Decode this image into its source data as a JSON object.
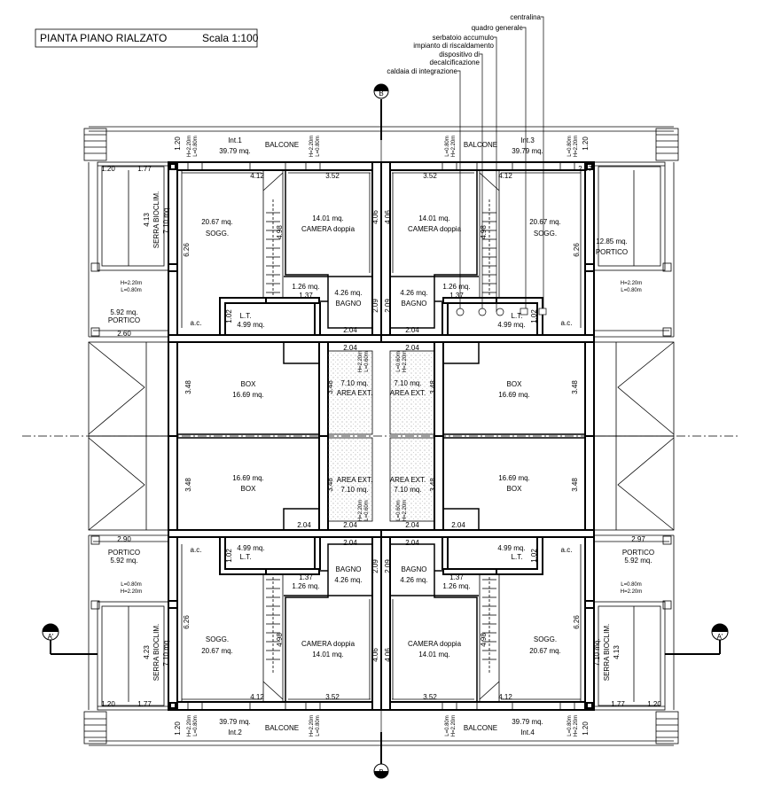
{
  "header": {
    "title": "PIANTA PIANO RIALZATO",
    "scale": "Scala 1:100"
  },
  "legend": [
    "centralina",
    "quadro generale",
    "serbatoio accumulo",
    "impianto di riscaldamento",
    "dispositivo di",
    "decalcificazione",
    "caldaia di integrazione"
  ],
  "section_markers": {
    "top": "B",
    "bottom": "B",
    "left": "A'",
    "right": "A'"
  },
  "units": [
    {
      "id": "int-1",
      "labels": {
        "int_label": "Int.1",
        "int_area": "39.79 mq.",
        "balcone": "BALCONE",
        "dim_top": "1.20",
        "win_h1": "H=2.20m",
        "win_l1": "L=0.80m",
        "win_h2": "H=2.20m",
        "win_l2": "L=0.80m",
        "serra_w1": "1.20",
        "serra_w2": "1.77",
        "serra_h": "4.13",
        "serra_name": "SERRA BIOCLIM.",
        "serra_area": "7.10 mq.",
        "sogg_area": "20.67 mq.",
        "sogg_name": "SOGG.",
        "sogg_h": "6.26",
        "sogg_w": "4.12",
        "stair": "4.98",
        "cam_area": "14.01 mq.",
        "cam_name": "CAMERA doppia",
        "cam_h": "4.06",
        "cam_w": "3.52",
        "rip_area": "1.26 mq.",
        "rip_w": "1.37",
        "bagno_area": "4.26 mq.",
        "bagno_name": "BAGNO",
        "bagno_h": "2.09",
        "bagno_w": "2.04",
        "lt_name": "L.T.",
        "lt_area": "4.99 mq.",
        "lt_h": "1.02",
        "ac": "a.c.",
        "pwin_h": "H=2.20m",
        "pwin_l": "L=0.80m",
        "portico_area": "5.92 mq.",
        "portico_name": "PORTICO",
        "portico_w": "2.60",
        "box_name": "BOX",
        "box_area": "16.69 mq.",
        "box_h": "3.48",
        "ext_area": "7.10 mq.",
        "ext_name": "AREA EXT.",
        "ext_h": "3.48",
        "ext_w": "2.04",
        "ext_w2": "2.04",
        "ext_win_h": "H=2.20m",
        "ext_win_l": "L=0.60m"
      }
    },
    {
      "id": "int-3",
      "labels": {
        "int_label": "Int.3",
        "int_area": "39.79 mq.",
        "balcone": "BALCONE",
        "dim_top": "1.20",
        "win_h1": "H=2.20m",
        "win_l1": "L=0.80m",
        "win_h2": "H=2.20m",
        "win_l2": "L=0.80m",
        "dim_297": "2.97",
        "sogg_area": "20.67 mq.",
        "sogg_name": "SOGG.",
        "sogg_h": "6.26",
        "sogg_w": "4.12",
        "stair": "4.98",
        "cam_area": "14.01 mq.",
        "cam_name": "CAMERA doppia",
        "cam_h": "4.06",
        "cam_w": "3.52",
        "rip_area": "1.26 mq.",
        "rip_w": "1.37",
        "bagno_area": "4.26 mq.",
        "bagno_name": "BAGNO",
        "bagno_h": "2.09",
        "bagno_w": "2.04",
        "lt_name": "L.T.",
        "lt_area": "4.99 mq.",
        "lt_h": "1.02",
        "ac": "a.c.",
        "pwin_h": "H=2.20m",
        "pwin_l": "L=0.80m",
        "portico_big_area": "12.85 mq.",
        "portico_big_name": "PORTICO",
        "box_name": "BOX",
        "box_area": "16.69 mq.",
        "box_h": "3.48",
        "ext_area": "7.10 mq.",
        "ext_name": "AREA EXT.",
        "ext_h": "3.48",
        "ext_w": "2.04",
        "ext_w2": "2.04",
        "ext_win_h": "H=2.20m",
        "ext_win_l": "L=0.60m"
      }
    },
    {
      "id": "int-2",
      "labels": {
        "int_label": "Int.2",
        "int_area": "39.79 mq.",
        "balcone": "BALCONE",
        "dim_top": "1.20",
        "win_h1": "H=2.20m",
        "win_l1": "L=0.80m",
        "win_h2": "H=2.20m",
        "win_l2": "L=0.80m",
        "serra_w1": "1.20",
        "serra_w2": "1.77",
        "serra_h": "4.23",
        "serra_name": "SERRA BIOCLIM.",
        "serra_area": "7.10 mq.",
        "sogg_area": "20.67 mq.",
        "sogg_name": "SOGG.",
        "sogg_h": "6.26",
        "sogg_w": "4.12",
        "stair": "4.98",
        "cam_area": "14.01 mq.",
        "cam_name": "CAMERA doppia",
        "cam_h": "4.06",
        "cam_w": "3.52",
        "rip_area": "1.26 mq.",
        "rip_w": "1.37",
        "bagno_area": "4.26 mq.",
        "bagno_name": "BAGNO",
        "bagno_h": "2.09",
        "bagno_w": "2.04",
        "lt_name": "L.T.",
        "lt_area": "4.99 mq.",
        "lt_h": "1.02",
        "ac": "a.c.",
        "pwin_h": "H=2.20m",
        "pwin_l": "L=0.80m",
        "portico_area": "5.92 mq.",
        "portico_name": "PORTICO",
        "portico_w": "2.90",
        "box_name": "BOX",
        "box_area": "16.69 mq.",
        "box_h": "3.48",
        "ext_area": "7.10 mq.",
        "ext_name": "AREA EXT.",
        "ext_h": "3.48",
        "ext_w": "2.04",
        "ext_w2": "2.04",
        "ext_win_h": "H=2.20m",
        "ext_win_l": "L=0.60m"
      }
    },
    {
      "id": "int-4",
      "labels": {
        "int_label": "Int.4",
        "int_area": "39.79 mq.",
        "balcone": "BALCONE",
        "dim_top": "1.20",
        "win_h1": "H=2.20m",
        "win_l1": "L=0.80m",
        "win_h2": "H=2.20m",
        "win_l2": "L=0.80m",
        "serra_w1": "1.20",
        "serra_w2": "1.77",
        "serra_h": "4.13",
        "serra_name": "SERRA BIOCLIM.",
        "serra_area": "7.10 mq.",
        "sogg_area": "20.67 mq.",
        "sogg_name": "SOGG.",
        "sogg_h": "6.26",
        "sogg_w": "4.12",
        "stair": "4.98",
        "cam_area": "14.01 mq.",
        "cam_name": "CAMERA doppia",
        "cam_h": "4.06",
        "cam_w": "3.52",
        "rip_area": "1.26 mq.",
        "rip_w": "1.37",
        "bagno_area": "4.26 mq.",
        "bagno_name": "BAGNO",
        "bagno_h": "2.09",
        "bagno_w": "2.04",
        "lt_name": "L.T.",
        "lt_area": "4.99 mq.",
        "lt_h": "1.02",
        "ac": "a.c.",
        "pwin_h": "H=2.20m",
        "pwin_l": "L=0.80m",
        "portico_area": "5.92 mq.",
        "portico_name": "PORTICO",
        "portico_w": "2.97",
        "box_name": "BOX",
        "box_area": "16.69 mq.",
        "box_h": "3.48",
        "ext_area": "7.10 mq.",
        "ext_name": "AREA EXT.",
        "ext_h": "3.48",
        "ext_w": "2.04",
        "ext_w2": "2.04",
        "ext_win_h": "H=2.20m",
        "ext_win_l": "L=0.60m"
      }
    }
  ]
}
